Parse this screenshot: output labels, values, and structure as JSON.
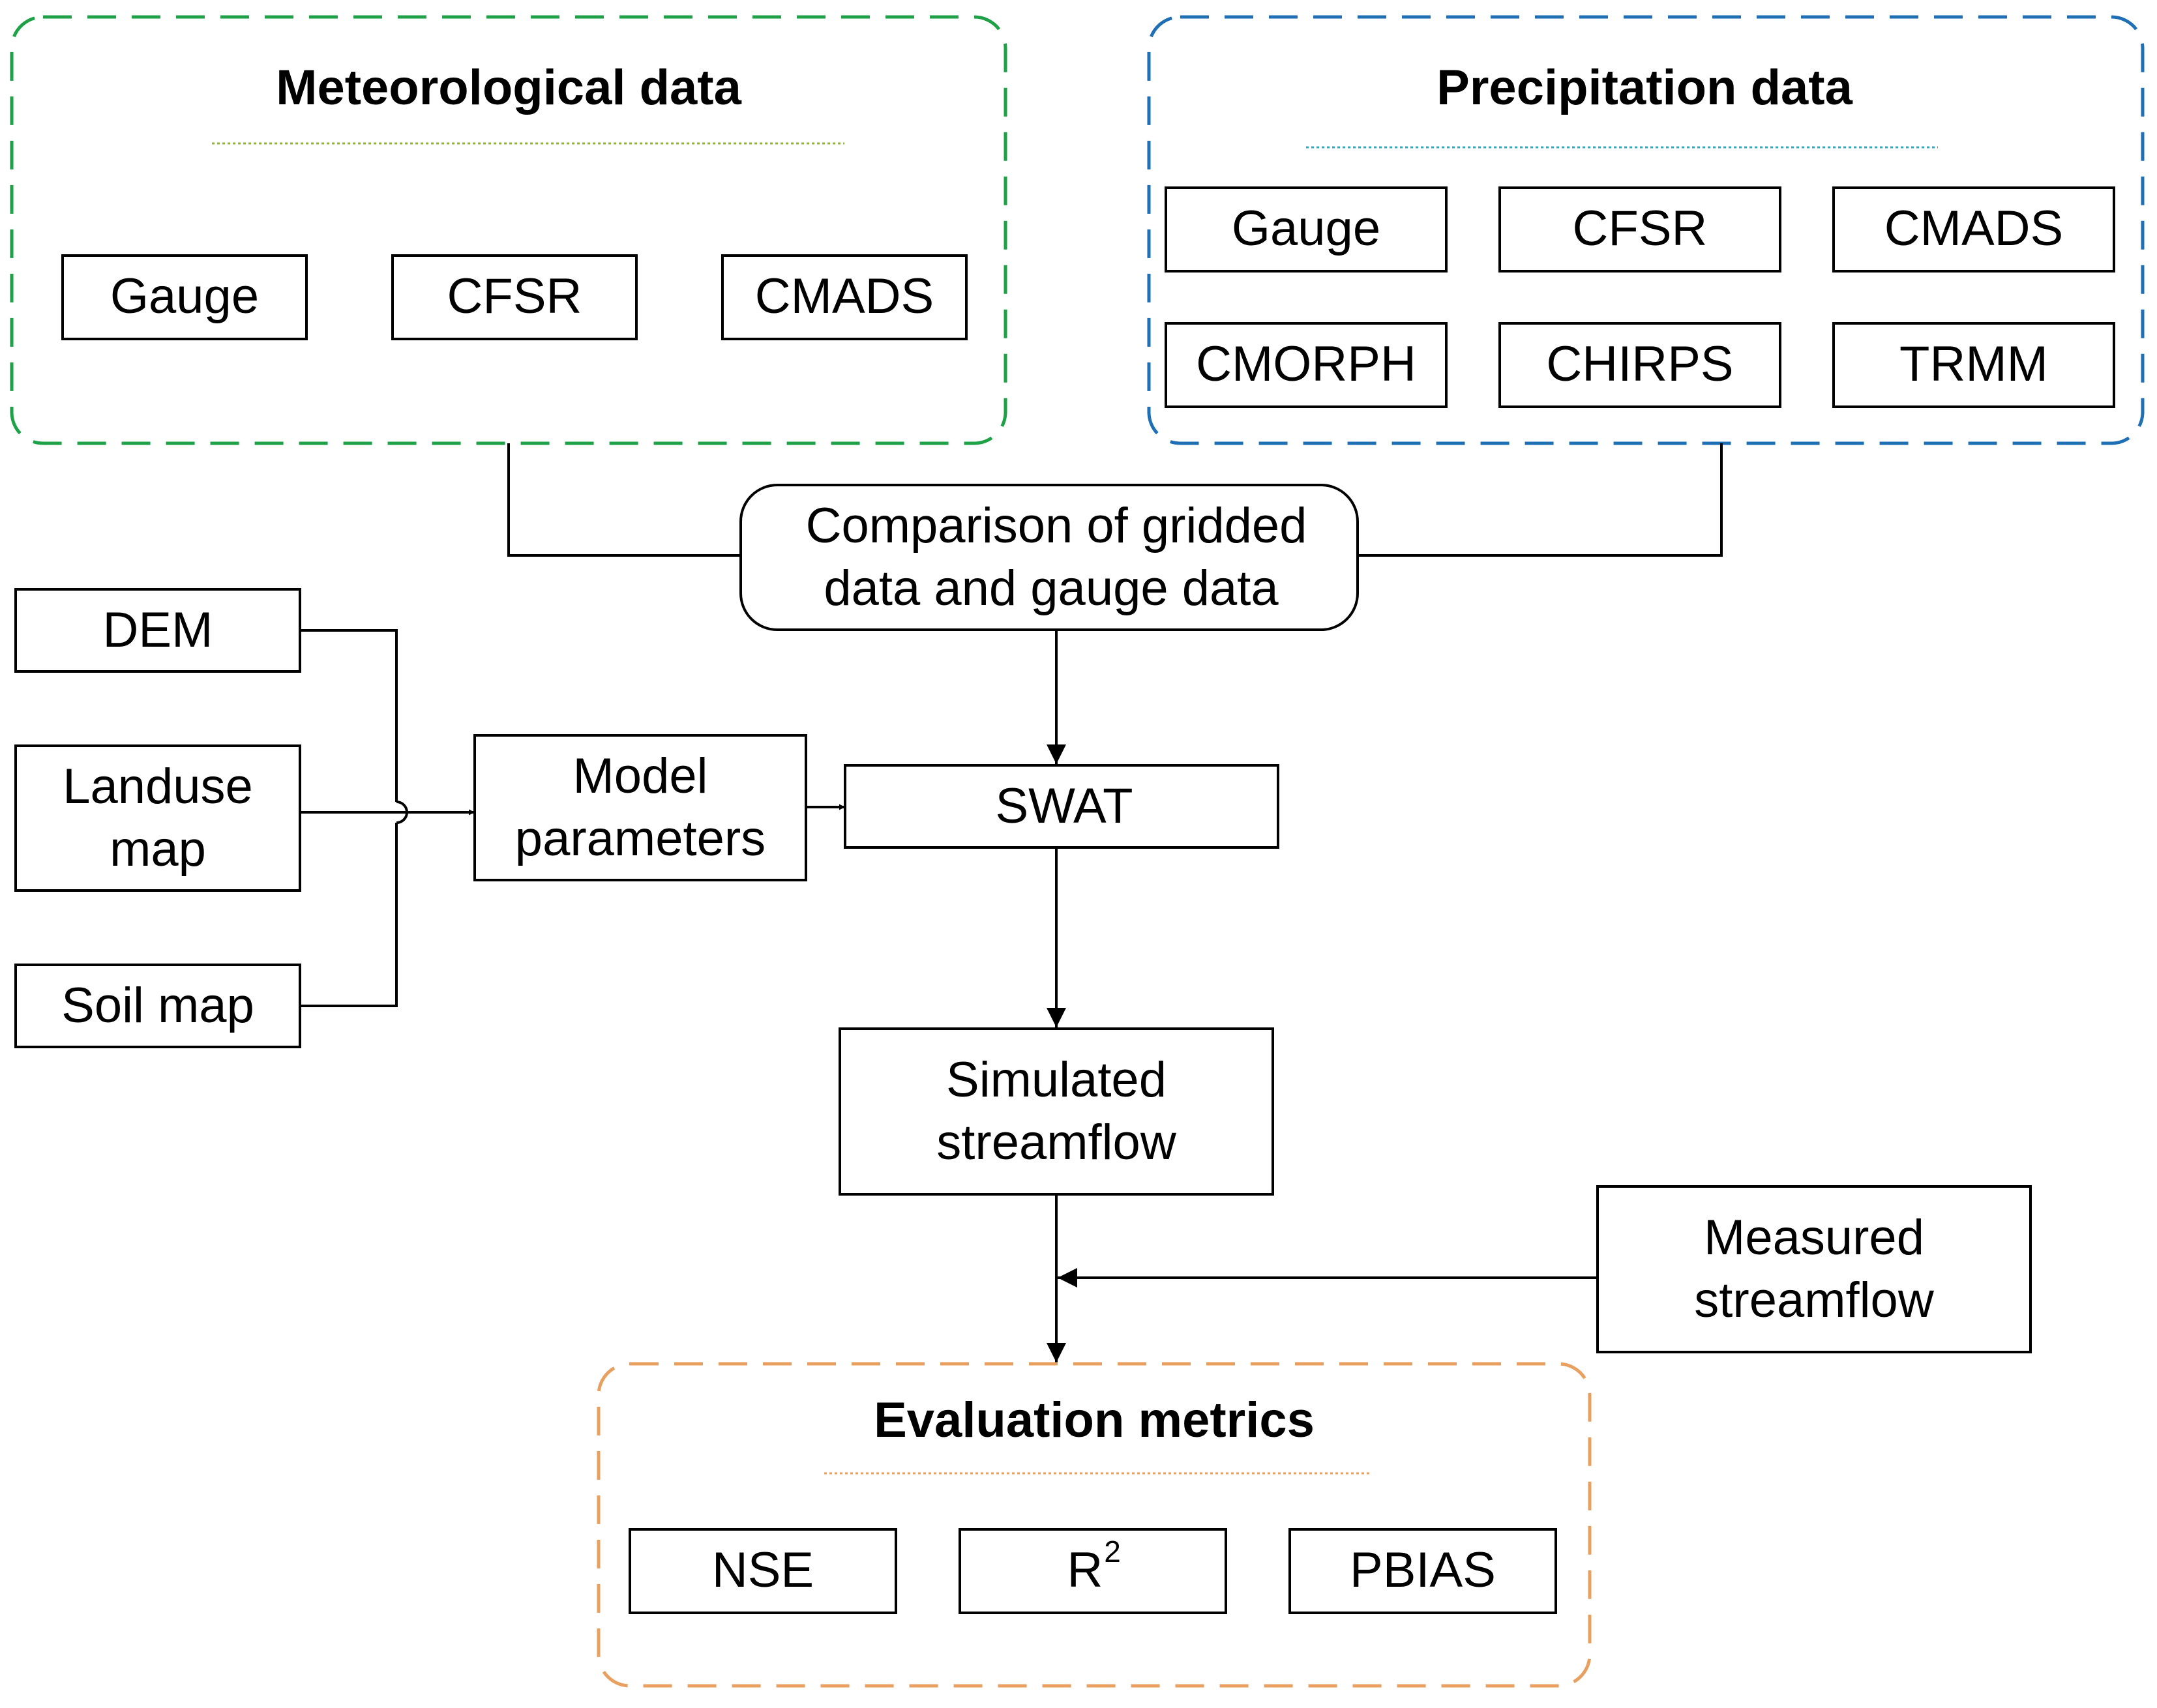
{
  "colors": {
    "meteorological_group": "#1fa247",
    "precipitation_group": "#1f6fb5",
    "evaluation_group": "#e8a060",
    "meteorological_underline": "#8fb53a",
    "precipitation_underline": "#30a8c8",
    "evaluation_underline": "#e8a060"
  },
  "meteorological": {
    "title": "Meteorological data",
    "items": [
      "Gauge",
      "CFSR",
      "CMADS"
    ]
  },
  "precipitation": {
    "title": "Precipitation data",
    "items": [
      "Gauge",
      "CFSR",
      "CMADS",
      "CMORPH",
      "CHIRPS",
      "TRMM"
    ]
  },
  "comparison": {
    "line1": "Comparison of gridded",
    "line2": "data and gauge data"
  },
  "inputs": {
    "dem": "DEM",
    "landuse_line1": "Landuse",
    "landuse_line2": "map",
    "soil": "Soil map"
  },
  "model_parameters": {
    "line1": "Model",
    "line2": "parameters"
  },
  "swat": "SWAT",
  "simulated": {
    "line1": "Simulated",
    "line2": "streamflow"
  },
  "measured": {
    "line1": "Measured",
    "line2": "streamflow"
  },
  "evaluation": {
    "title": "Evaluation metrics",
    "nse": "NSE",
    "r2_base": "R",
    "r2_sup": "2",
    "pbias": "PBIAS"
  }
}
